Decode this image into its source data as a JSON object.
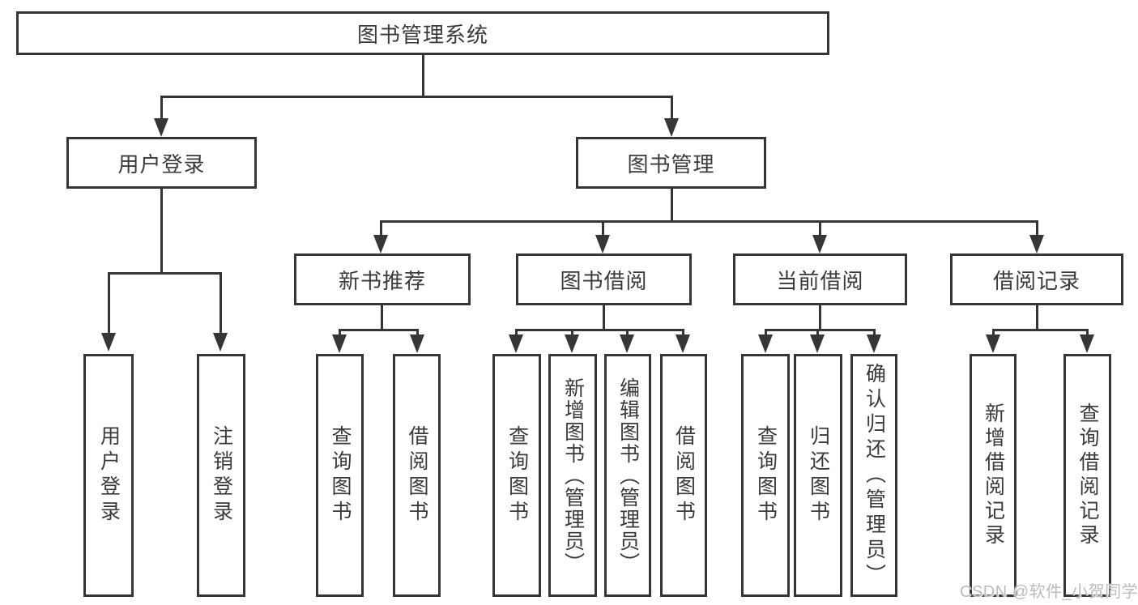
{
  "diagram": {
    "root": {
      "label": "图书管理系统"
    },
    "branches": [
      {
        "label": "用户登录",
        "children": [
          {
            "label": "用户登录"
          },
          {
            "label": "注销登录"
          }
        ]
      },
      {
        "label": "图书管理",
        "children": [
          {
            "label": "新书推荐",
            "children": [
              {
                "label": "查询图书"
              },
              {
                "label": "借阅图书"
              }
            ]
          },
          {
            "label": "图书借阅",
            "children": [
              {
                "label": "查询图书"
              },
              {
                "label": "新增图书（管理员）"
              },
              {
                "label": "编辑图书（管理员）"
              },
              {
                "label": "借阅图书"
              }
            ]
          },
          {
            "label": "当前借阅",
            "children": [
              {
                "label": "查询图书"
              },
              {
                "label": "归还图书"
              },
              {
                "label": "确认归还（管理员）"
              }
            ]
          },
          {
            "label": "借阅记录",
            "children": [
              {
                "label": "新增借阅记录"
              },
              {
                "label": "查询借阅记录"
              }
            ]
          }
        ]
      }
    ]
  },
  "watermark": "CSDN @软件_小贺同学",
  "colors": {
    "line": "#363636",
    "text": "#3a3a3a",
    "watermark": "#bcbcbc",
    "background": "#ffffff"
  }
}
